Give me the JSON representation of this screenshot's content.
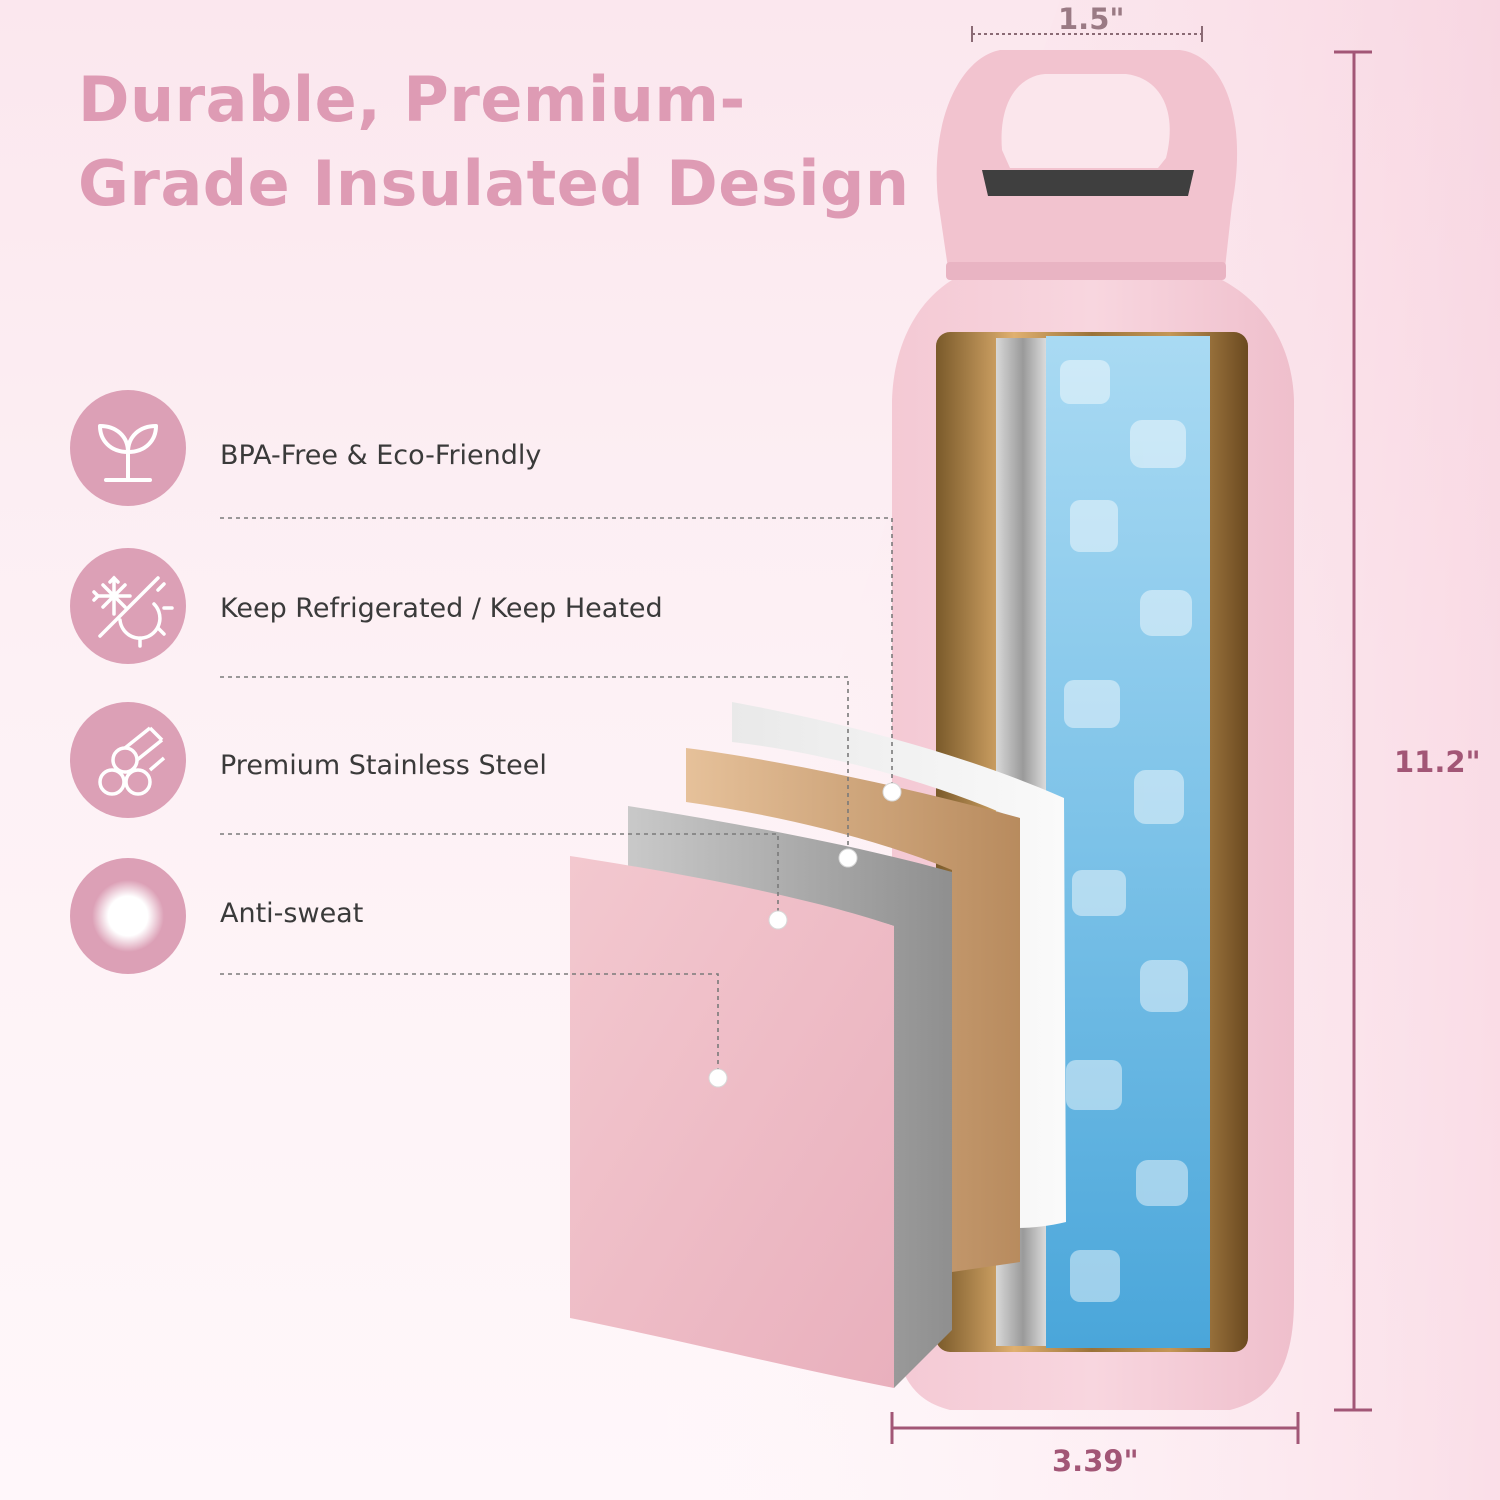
{
  "title": {
    "line1": "Durable, Premium-",
    "line2": "Grade Insulated Design"
  },
  "features": [
    {
      "label": "BPA-Free & Eco-Friendly",
      "icon": "leaf-sprout-icon"
    },
    {
      "label": "Keep Refrigerated / Keep Heated",
      "icon": "snowflake-sun-icon"
    },
    {
      "label": "Premium Stainless Steel",
      "icon": "steel-pipes-icon"
    },
    {
      "label": "Anti-sweat",
      "icon": "dry-glow-icon"
    }
  ],
  "dimensions": {
    "mouth_width": "1.5\"",
    "height": "11.2\"",
    "base_width": "3.39\""
  },
  "colors": {
    "accent_pink": "#de9bb4",
    "icon_circle": "#dca0b6",
    "dimension_text": "#a25676",
    "bottle_pink": "#f2c6d2"
  }
}
